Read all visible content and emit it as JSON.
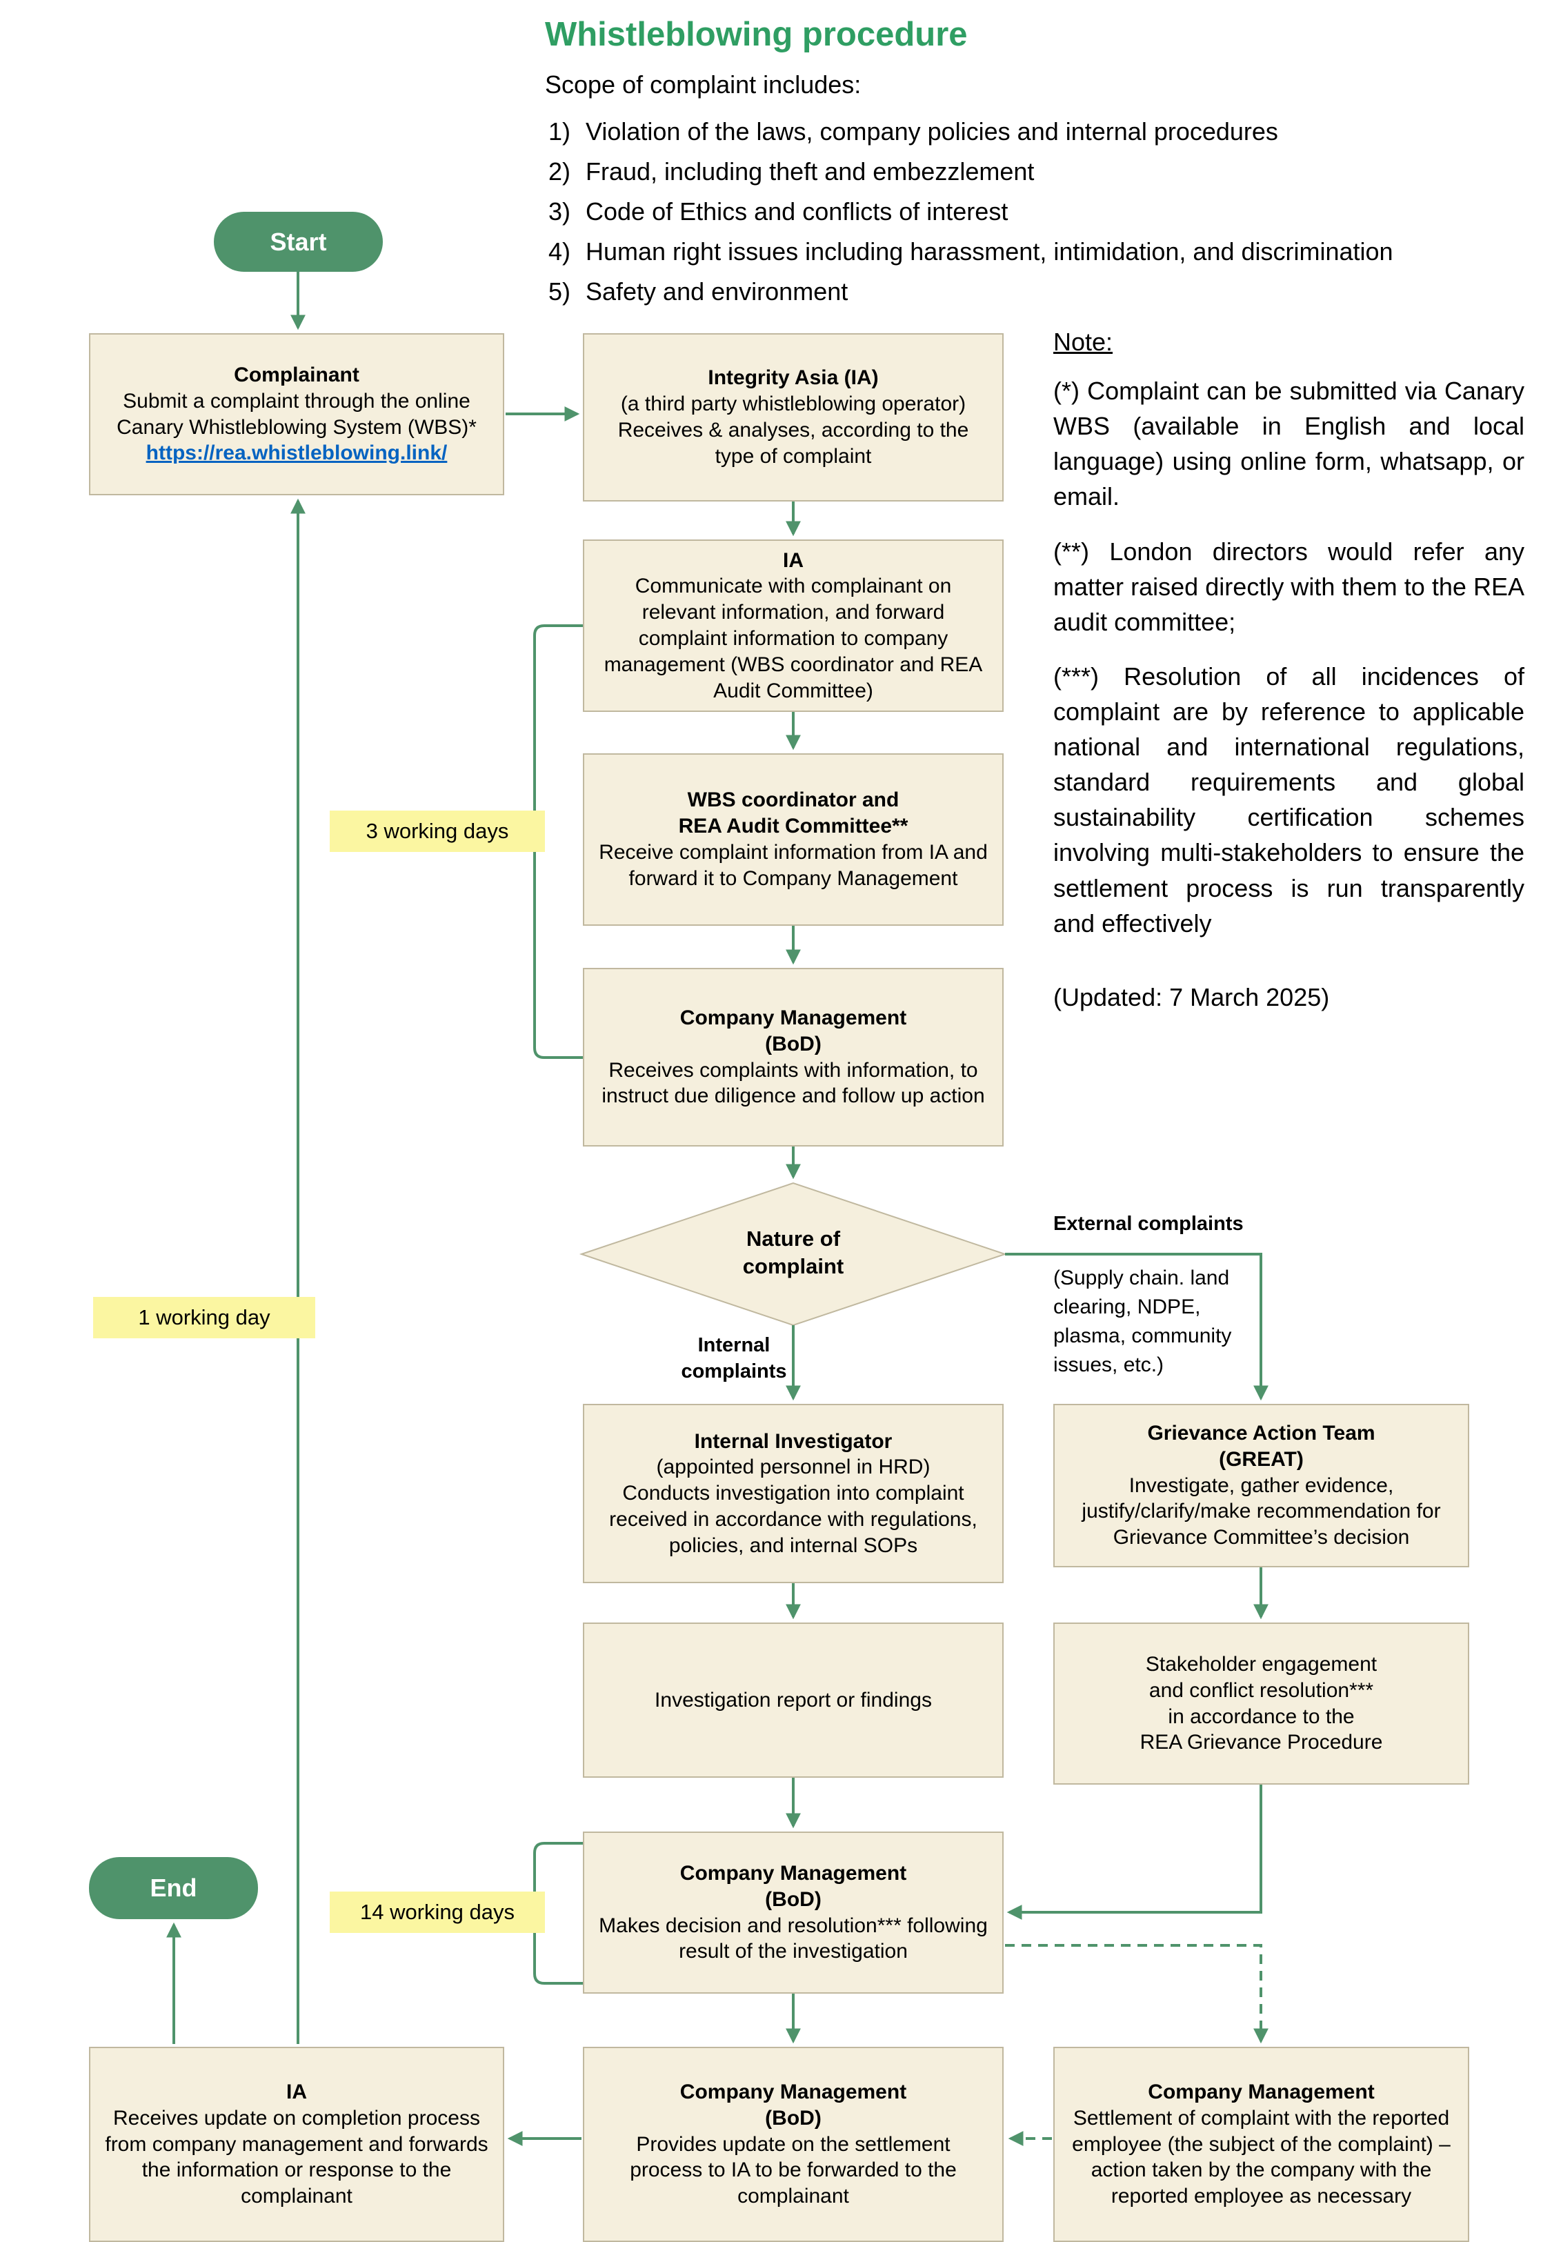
{
  "title": "Whistleblowing procedure",
  "scope": {
    "heading": "Scope of complaint includes:",
    "items": [
      {
        "n": "1)",
        "t": "Violation of the laws, company policies and internal procedures"
      },
      {
        "n": "2)",
        "t": "Fraud, including theft and embezzlement"
      },
      {
        "n": "3)",
        "t": "Code of Ethics and conflicts of interest"
      },
      {
        "n": "4)",
        "t": "Human right issues including harassment, intimidation, and discrimination"
      },
      {
        "n": "5)",
        "t": "Safety and environment"
      }
    ]
  },
  "terminals": {
    "start": "Start",
    "end": "End"
  },
  "labels": {
    "three_days": "3 working days",
    "one_day": "1 working day",
    "fourteen_days": "14 working days",
    "internal": "Internal\ncomplaints",
    "external": "External complaints",
    "external_detail": "(Supply chain. land\nclearing, NDPE,\nplasma, community\nissues, etc.)"
  },
  "nodes": {
    "complainant": {
      "title": "Complainant",
      "body": "Submit a complaint through the online Canary Whistleblowing System (WBS)*",
      "link": "https://rea.whistleblowing.link/"
    },
    "ia_intake": {
      "title": "Integrity Asia (IA)",
      "subtitle": "(a third party whistleblowing operator)",
      "body": "Receives & analyses, according to the type of complaint"
    },
    "ia_forward": {
      "title": "IA",
      "body": "Communicate with complainant on relevant information, and forward complaint information to company management (WBS coordinator and REA Audit Committee)"
    },
    "wbs_committee": {
      "title": "WBS coordinator and\nREA Audit Committee**",
      "body": "Receive complaint information from IA and forward it to Company Management"
    },
    "cm_receive": {
      "title": "Company Management\n(BoD)",
      "body": "Receives complaints with information, to instruct due diligence and follow up action"
    },
    "nature": {
      "title": "Nature of\ncomplaint"
    },
    "internal_investigator": {
      "title": "Internal Investigator",
      "subtitle": "(appointed personnel in HRD)",
      "body": "Conducts investigation into complaint received in accordance with regulations, policies, and internal SOPs"
    },
    "great": {
      "title": "Grievance Action Team\n(GREAT)",
      "body": "Investigate, gather evidence, justify/clarify/make recommendation for Grievance Committee’s decision"
    },
    "report": {
      "body": "Investigation report or findings"
    },
    "stakeholder": {
      "body": "Stakeholder engagement\nand conflict resolution***\nin accordance to the\nREA Grievance Procedure"
    },
    "cm_decision": {
      "title": "Company Management\n(BoD)",
      "body": "Makes decision and resolution*** following result of the investigation"
    },
    "cm_update": {
      "title": "Company Management\n(BoD)",
      "body": "Provides update on the settlement process to IA to be forwarded to the complainant"
    },
    "cm_settlement": {
      "title": "Company Management",
      "body": "Settlement of complaint with the reported employee (the subject of the complaint) – action taken by the company with the reported employee as necessary"
    },
    "ia_final": {
      "title": "IA",
      "body": "Receives update on completion process from company management and forwards the information or response to the complainant"
    }
  },
  "note": {
    "heading": "Note:",
    "p1": "(*) Complaint can be submitted via Canary WBS (available in English and local language) using online form, whatsapp, or email.",
    "p2": "(**) London directors would refer any matter raised directly with them to the REA audit committee;",
    "p3": "(***) Resolution of all incidences of complaint are by reference to applicable national and international regulations, standard requirements and global sustainability certification schemes involving multi-stakeholders to ensure the settlement process is run transparently and effectively",
    "updated": "(Updated: 7 March 2025)"
  },
  "colors": {
    "accent_green": "#2f9e63",
    "pill_green": "#4f936b",
    "arrow_green": "#4f936b",
    "box_fill": "#f5efdd",
    "box_border": "#c0b89f",
    "label_yellow": "#fbf6a1",
    "link_blue": "#0563c1"
  }
}
